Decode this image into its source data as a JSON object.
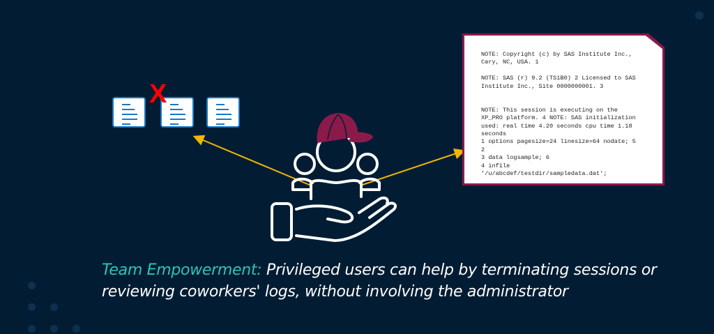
{
  "log": {
    "lines": [
      "NOTE: Copyright (c) by SAS Institute Inc.,",
      "Cary, NC, USA. 1",
      "",
      "NOTE: SAS (r) 9.2 (TS1B0) 2 Licensed to SAS",
      "Institute Inc., Site 0000000001. 3",
      "",
      "",
      "NOTE: This session is executing on the",
      "XP_PRO platform. 4 NOTE: SAS initialization",
      "used: real time 4.20 seconds cpu time 1.18",
      "seconds",
      "1 options pagesize=24 linesize=64 nodate; 5",
      "2",
      "3 data logsample; 6",
      "4 infile",
      "'/u/abcdef/testdir/sampledata.dat';"
    ]
  },
  "documents": {
    "count": 3,
    "terminated_mark": "X"
  },
  "caption": {
    "highlight": "Team Empowerment:",
    "line1": " Privileged users can help by terminating sessions or",
    "line2": "reviewing coworkers' logs, without involving the administrator"
  },
  "colors": {
    "background": "#021d33",
    "accent": "#2ec4b6",
    "cap": "#8b1a4a",
    "arrow": "#f2b705",
    "doc_border": "#1a78c2"
  }
}
